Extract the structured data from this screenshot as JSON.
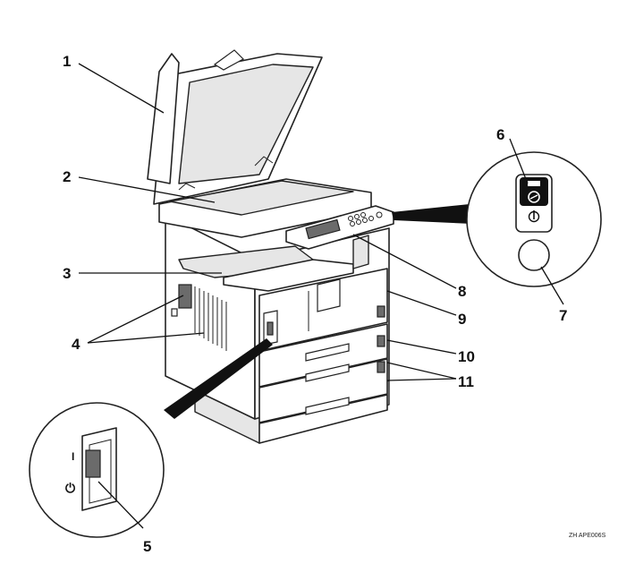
{
  "callouts": {
    "c1": "1",
    "c2": "2",
    "c3": "3",
    "c4": "4",
    "c5": "5",
    "c6": "6",
    "c7": "7",
    "c8": "8",
    "c9": "9",
    "c10": "10",
    "c11": "11"
  },
  "detail_switch": {
    "on_mark": "I",
    "standby_mark": "⏻"
  },
  "detail_panel": {
    "power_indicator_icon": "standby-power-icon",
    "main_power_icon": "operation-power-icon"
  },
  "image_code": "ZH APE006S"
}
